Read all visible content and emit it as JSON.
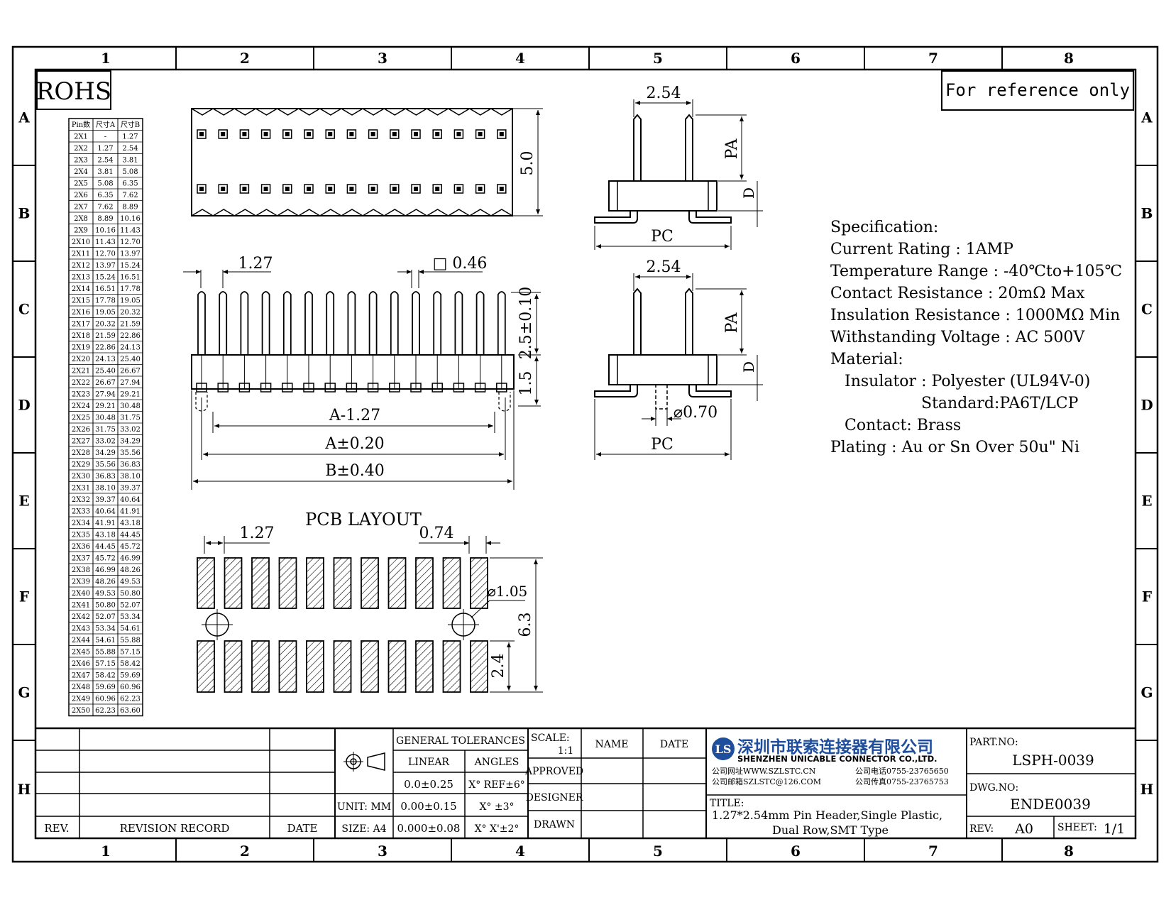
{
  "rohs_label": "ROHS",
  "reference_note": "For reference only",
  "grid": {
    "columns": [
      "1",
      "2",
      "3",
      "4",
      "5",
      "6",
      "7",
      "8"
    ],
    "rows": [
      "A",
      "B",
      "C",
      "D",
      "E",
      "F",
      "G",
      "H"
    ]
  },
  "dim_table": {
    "headers": [
      "Pin数",
      "尺寸A",
      "尺寸B"
    ],
    "rows": [
      [
        "2X1",
        "-",
        "1.27"
      ],
      [
        "2X2",
        "1.27",
        "2.54"
      ],
      [
        "2X3",
        "2.54",
        "3.81"
      ],
      [
        "2X4",
        "3.81",
        "5.08"
      ],
      [
        "2X5",
        "5.08",
        "6.35"
      ],
      [
        "2X6",
        "6.35",
        "7.62"
      ],
      [
        "2X7",
        "7.62",
        "8.89"
      ],
      [
        "2X8",
        "8.89",
        "10.16"
      ],
      [
        "2X9",
        "10.16",
        "11.43"
      ],
      [
        "2X10",
        "11.43",
        "12.70"
      ],
      [
        "2X11",
        "12.70",
        "13.97"
      ],
      [
        "2X12",
        "13.97",
        "15.24"
      ],
      [
        "2X13",
        "15.24",
        "16.51"
      ],
      [
        "2X14",
        "16.51",
        "17.78"
      ],
      [
        "2X15",
        "17.78",
        "19.05"
      ],
      [
        "2X16",
        "19.05",
        "20.32"
      ],
      [
        "2X17",
        "20.32",
        "21.59"
      ],
      [
        "2X18",
        "21.59",
        "22.86"
      ],
      [
        "2X19",
        "22.86",
        "24.13"
      ],
      [
        "2X20",
        "24.13",
        "25.40"
      ],
      [
        "2X21",
        "25.40",
        "26.67"
      ],
      [
        "2X22",
        "26.67",
        "27.94"
      ],
      [
        "2X23",
        "27.94",
        "29.21"
      ],
      [
        "2X24",
        "29.21",
        "30.48"
      ],
      [
        "2X25",
        "30.48",
        "31.75"
      ],
      [
        "2X26",
        "31.75",
        "33.02"
      ],
      [
        "2X27",
        "33.02",
        "34.29"
      ],
      [
        "2X28",
        "34.29",
        "35.56"
      ],
      [
        "2X29",
        "35.56",
        "36.83"
      ],
      [
        "2X30",
        "36.83",
        "38.10"
      ],
      [
        "2X31",
        "38.10",
        "39.37"
      ],
      [
        "2X32",
        "39.37",
        "40.64"
      ],
      [
        "2X33",
        "40.64",
        "41.91"
      ],
      [
        "2X34",
        "41.91",
        "43.18"
      ],
      [
        "2X35",
        "43.18",
        "44.45"
      ],
      [
        "2X36",
        "44.45",
        "45.72"
      ],
      [
        "2X37",
        "45.72",
        "46.99"
      ],
      [
        "2X38",
        "46.99",
        "48.26"
      ],
      [
        "2X39",
        "48.26",
        "49.53"
      ],
      [
        "2X40",
        "49.53",
        "50.80"
      ],
      [
        "2X41",
        "50.80",
        "52.07"
      ],
      [
        "2X42",
        "52.07",
        "53.34"
      ],
      [
        "2X43",
        "53.34",
        "54.61"
      ],
      [
        "2X44",
        "54.61",
        "55.88"
      ],
      [
        "2X45",
        "55.88",
        "57.15"
      ],
      [
        "2X46",
        "57.15",
        "58.42"
      ],
      [
        "2X47",
        "58.42",
        "59.69"
      ],
      [
        "2X48",
        "59.69",
        "60.96"
      ],
      [
        "2X49",
        "60.96",
        "62.23"
      ],
      [
        "2X50",
        "62.23",
        "63.60"
      ]
    ]
  },
  "dims": {
    "top_height": "5.0",
    "side_pitch": "1.27",
    "pin_square": "□ 0.46",
    "pin_height": "2.5±0.10",
    "base_height": "1.5",
    "a_minus": "A-1.27",
    "a_tol": "A±0.20",
    "b_tol": "B±0.40",
    "end_pitch": "2.54",
    "pa": "PA",
    "d": "D",
    "pc": "PC",
    "post_dia": "⌀0.70"
  },
  "pcb": {
    "title": "PCB LAYOUT",
    "pitch": "1.27",
    "pad_width": "0.74",
    "hole_dia": "⌀1.05",
    "total": "6.3",
    "pad_len": "2.4"
  },
  "spec": {
    "lines": [
      "Specification:",
      "Current Rating : 1AMP",
      "Temperature Range : -40℃to+105℃",
      "Contact Resistance : 20mΩ Max",
      "Insulation Resistance : 1000MΩ Min",
      "Withstanding Voltage : AC 500V",
      "Material:",
      "Insulator : Polyester (UL94V-0)",
      "Standard:PA6T/LCP",
      "Contact: Brass",
      "Plating : Au or Sn Over 50u\" Ni"
    ]
  },
  "title_block": {
    "rev_header": "REV.",
    "revision_record": "REVISION RECORD",
    "date_header": "DATE",
    "general_tolerances": "GENERAL TOLERANCES",
    "linear": "LINEAR",
    "angles": "ANGLES",
    "tol_rows": [
      [
        "0.0±0.25",
        "X° REF±6°"
      ],
      [
        "0.00±0.15",
        "X° ±3°"
      ],
      [
        "0.000±0.08",
        "X° X'±2°"
      ]
    ],
    "unit": "UNIT: MM",
    "size": "SIZE: A4",
    "scale_label": "SCALE:",
    "scale_value": "1:1",
    "name": "NAME",
    "date": "DATE",
    "approved": "APPROVED",
    "designer": "DESIGNER",
    "drawn": "DRAWN",
    "company_cn": "深圳市联索连接器有限公司",
    "company_en": "SHENZHEN UNICABLE CONNECTOR CO.,LTD.",
    "web": "公司网址WWW.SZLSTC.CN",
    "email": "公司邮箱SZLSTC@126.COM",
    "phone": "公司电话0755-23765650",
    "fax": "公司传真0755-23765753",
    "title_label": "TITLE:",
    "title_line1": "1.27*2.54mm Pin Header,Single Plastic,",
    "title_line2": "Dual Row,SMT Type",
    "part_no_label": "PART.NO:",
    "part_no": "LSPH-0039",
    "dwg_no_label": "DWG.NO:",
    "dwg_no": "ENDE0039",
    "rev_label": "REV:",
    "rev_value": "A0",
    "sheet_label": "SHEET:",
    "sheet_value": "1/1"
  },
  "colors": {
    "ink": "#000000",
    "logo_blue": "#1f4e9c"
  }
}
